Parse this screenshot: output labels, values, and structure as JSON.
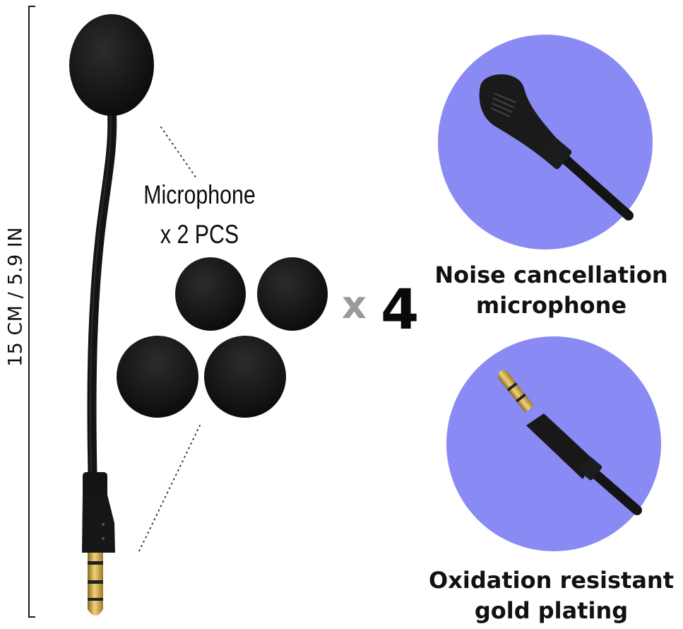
{
  "dimension": {
    "label": "15 CM / 5.9 IN"
  },
  "microphone": {
    "line1": "Microphone",
    "line2": "x 2 PCS"
  },
  "foam": {
    "times": "x",
    "count": "4"
  },
  "features": [
    {
      "line1": "Noise cancellation",
      "line2": "microphone"
    },
    {
      "line1": "Oxidation resistant",
      "line2": "gold plating"
    }
  ],
  "colors": {
    "circle": "#8a8af5",
    "foam": "#111111",
    "gold": "#c9a23a",
    "cable": "#141414"
  }
}
